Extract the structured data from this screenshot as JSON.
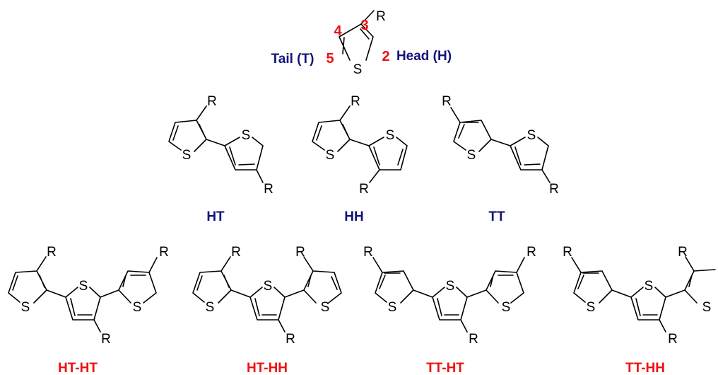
{
  "colors": {
    "navy": "#14147a",
    "red": "#ee1111",
    "ink": "#000000"
  },
  "atoms": {
    "sulfur": "S",
    "substituent": "R"
  },
  "monomer": {
    "positions": {
      "p2": "2",
      "p3": "3",
      "p4": "4",
      "p5": "5"
    },
    "tail_label": "Tail (T)",
    "head_label": "Head (H)"
  },
  "dyads": [
    {
      "label": "HT"
    },
    {
      "label": "HH"
    },
    {
      "label": "TT"
    }
  ],
  "triads": [
    {
      "label": "HT-HT"
    },
    {
      "label": "HT-HH"
    },
    {
      "label": "TT-HT"
    },
    {
      "label": "TT-HH"
    }
  ]
}
